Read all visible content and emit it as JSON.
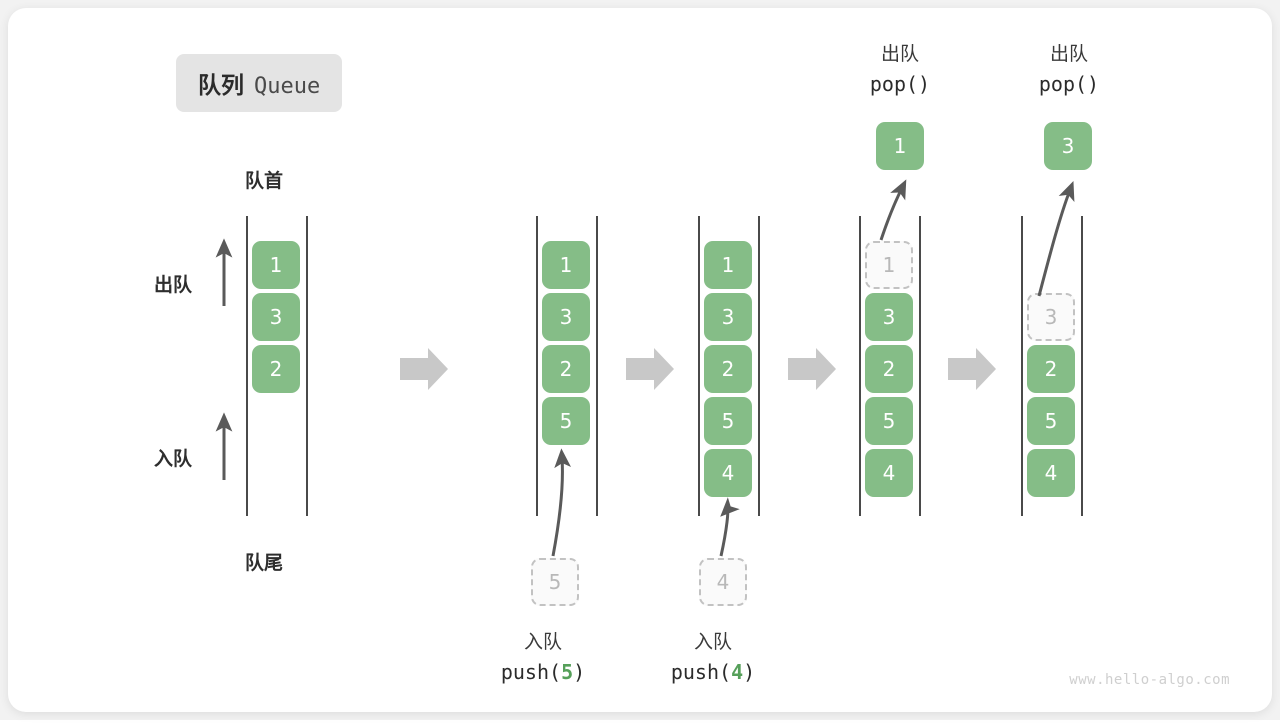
{
  "title": {
    "cn": "队列",
    "en": "Queue"
  },
  "labels": {
    "front": "队首",
    "rear": "队尾",
    "dequeue": "出队",
    "enqueue": "入队"
  },
  "watermark": "www.hello-algo.com",
  "colors": {
    "element": "#85bd87",
    "ghost_border": "#c2c2c2",
    "ghost_fill": "#fafafa",
    "rail": "#4a4a4a",
    "transition_arrow": "#c8c8c8",
    "badge_bg": "#e4e4e4",
    "accent_number": "#56a05a",
    "card_bg": "#ffffff",
    "page_bg": "#f2f2f2"
  },
  "stages": [
    {
      "id": "stage-initial",
      "cells": [
        {
          "value": "1",
          "state": "filled"
        },
        {
          "value": "3",
          "state": "filled"
        },
        {
          "value": "2",
          "state": "filled"
        }
      ]
    },
    {
      "id": "stage-push-5",
      "cells": [
        {
          "value": "1",
          "state": "filled"
        },
        {
          "value": "3",
          "state": "filled"
        },
        {
          "value": "2",
          "state": "filled"
        },
        {
          "value": "5",
          "state": "filled"
        }
      ],
      "incoming": {
        "value": "5",
        "state": "ghost"
      },
      "caption_cn": "入队",
      "caption_code_pre": "push(",
      "caption_code_num": "5",
      "caption_code_post": ")"
    },
    {
      "id": "stage-push-4",
      "cells": [
        {
          "value": "1",
          "state": "filled"
        },
        {
          "value": "3",
          "state": "filled"
        },
        {
          "value": "2",
          "state": "filled"
        },
        {
          "value": "5",
          "state": "filled"
        },
        {
          "value": "4",
          "state": "filled"
        }
      ],
      "incoming": {
        "value": "4",
        "state": "ghost"
      },
      "caption_cn": "入队",
      "caption_code_pre": "push(",
      "caption_code_num": "4",
      "caption_code_post": ")"
    },
    {
      "id": "stage-pop-1",
      "cells": [
        {
          "value": "1",
          "state": "ghost"
        },
        {
          "value": "3",
          "state": "filled"
        },
        {
          "value": "2",
          "state": "filled"
        },
        {
          "value": "5",
          "state": "filled"
        },
        {
          "value": "4",
          "state": "filled"
        }
      ],
      "popped": {
        "value": "1"
      },
      "caption_cn": "出队",
      "caption_code": "pop()"
    },
    {
      "id": "stage-pop-3",
      "cells": [
        {
          "value": "3",
          "state": "ghost"
        },
        {
          "value": "2",
          "state": "filled"
        },
        {
          "value": "5",
          "state": "filled"
        },
        {
          "value": "4",
          "state": "filled"
        }
      ],
      "popped": {
        "value": "3"
      },
      "caption_cn": "出队",
      "caption_code": "pop()"
    }
  ]
}
